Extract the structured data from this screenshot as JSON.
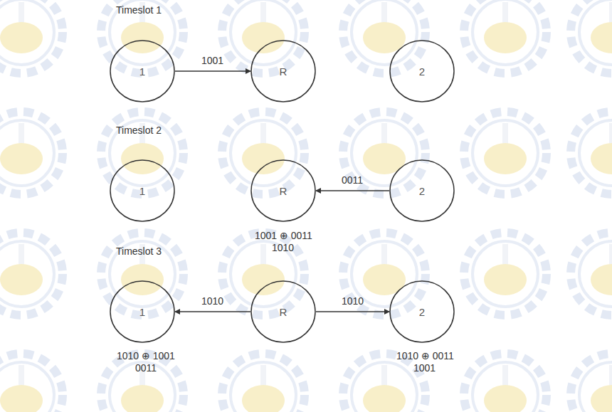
{
  "diagram": {
    "nodes": [
      {
        "text": [
          "1"
        ]
      },
      {
        "text": [
          "R"
        ]
      },
      {
        "text": [
          "2"
        ]
      },
      {
        "text": [
          "1"
        ]
      },
      {
        "text": [
          "R"
        ]
      },
      {
        "text": [
          "2"
        ]
      },
      {
        "text": [
          "1"
        ]
      },
      {
        "text": [
          "R"
        ]
      },
      {
        "text": [
          "2"
        ]
      }
    ],
    "edges": [
      {
        "from": 0,
        "to": 1,
        "label": "1001",
        "arrow": "to"
      },
      {
        "from": 5,
        "to": 4,
        "label": "0011",
        "arrow": "to"
      },
      {
        "from": 7,
        "to": 6,
        "label": "1010",
        "arrow": "to"
      },
      {
        "from": 7,
        "to": 8,
        "label": "1010",
        "arrow": "to"
      }
    ],
    "labels": [
      "Timeslot 1",
      "Timeslot 2",
      "Timeslot 3",
      "1001 ⊕ 0011",
      "1010",
      "1010 ⊕ 1001",
      "0011",
      "1010 ⊕ 0011",
      "1001"
    ]
  }
}
